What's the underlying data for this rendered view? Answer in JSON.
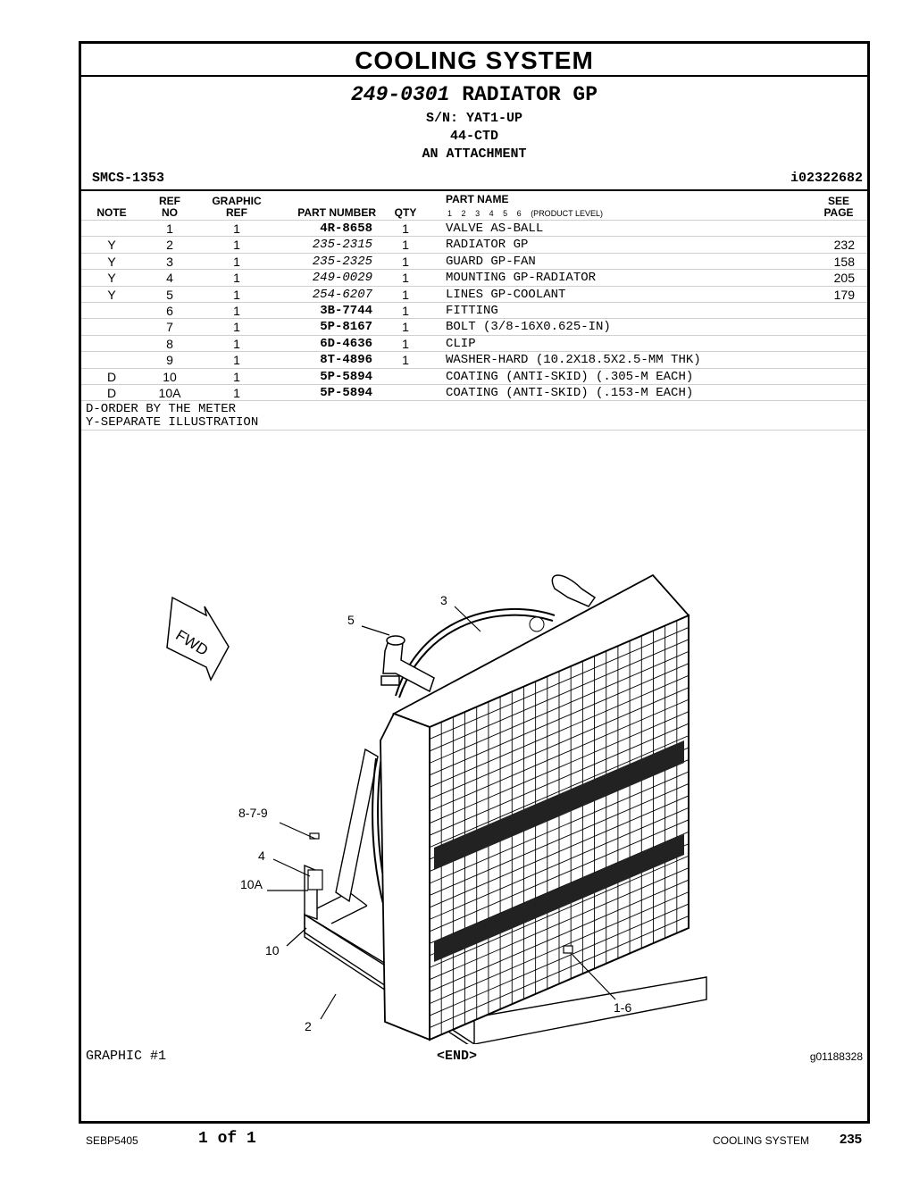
{
  "title": "COOLING SYSTEM",
  "header": {
    "part_number": "249-0301",
    "part_name": "RADIATOR GP",
    "serial": "S/N: YAT1-UP",
    "model": "44-CTD",
    "attachment": "AN ATTACHMENT",
    "smcs": "SMCS-1353",
    "illustration_id": "i02322682"
  },
  "columns": {
    "note": "NOTE",
    "ref_top": "REF",
    "ref_bottom": "NO",
    "graphic_top": "GRAPHIC",
    "graphic_bottom": "REF",
    "part_number": "PART NUMBER",
    "qty": "QTY",
    "part_name": "PART NAME",
    "levels": [
      "1",
      "2",
      "3",
      "4",
      "5",
      "6",
      "(PRODUCT LEVEL)"
    ],
    "see_top": "SEE",
    "see_bottom": "PAGE"
  },
  "parts": [
    {
      "note": "",
      "ref": "1",
      "gref": "1",
      "part": "4R-8658",
      "italic": false,
      "qty": "1",
      "name": "VALVE AS-BALL",
      "see": ""
    },
    {
      "note": "Y",
      "ref": "2",
      "gref": "1",
      "part": "235-2315",
      "italic": true,
      "qty": "1",
      "name": "RADIATOR GP",
      "see": "232"
    },
    {
      "note": "Y",
      "ref": "3",
      "gref": "1",
      "part": "235-2325",
      "italic": true,
      "qty": "1",
      "name": "GUARD GP-FAN",
      "see": "158"
    },
    {
      "note": "Y",
      "ref": "4",
      "gref": "1",
      "part": "249-0029",
      "italic": true,
      "qty": "1",
      "name": "MOUNTING GP-RADIATOR",
      "see": "205"
    },
    {
      "note": "Y",
      "ref": "5",
      "gref": "1",
      "part": "254-6207",
      "italic": true,
      "qty": "1",
      "name": "LINES GP-COOLANT",
      "see": "179"
    },
    {
      "note": "",
      "ref": "6",
      "gref": "1",
      "part": "3B-7744",
      "italic": false,
      "qty": "1",
      "name": "FITTING",
      "see": ""
    },
    {
      "note": "",
      "ref": "7",
      "gref": "1",
      "part": "5P-8167",
      "italic": false,
      "qty": "1",
      "name": "BOLT (3/8-16X0.625-IN)",
      "see": ""
    },
    {
      "note": "",
      "ref": "8",
      "gref": "1",
      "part": "6D-4636",
      "italic": false,
      "qty": "1",
      "name": "CLIP",
      "see": ""
    },
    {
      "note": "",
      "ref": "9",
      "gref": "1",
      "part": "8T-4896",
      "italic": false,
      "qty": "1",
      "name": "WASHER-HARD (10.2X18.5X2.5-MM THK)",
      "see": ""
    },
    {
      "note": "D",
      "ref": "10",
      "gref": "1",
      "part": "5P-5894",
      "italic": false,
      "qty": "",
      "name": "COATING (ANTI-SKID) (.305-M EACH)",
      "see": ""
    },
    {
      "note": "D",
      "ref": "10A",
      "gref": "1",
      "part": "5P-5894",
      "italic": false,
      "qty": "",
      "name": "COATING (ANTI-SKID) (.153-M EACH)",
      "see": ""
    }
  ],
  "notes": [
    "D-ORDER BY THE METER",
    "Y-SEPARATE ILLUSTRATION"
  ],
  "graphic": {
    "fwd": "FWD",
    "callouts": [
      "3",
      "5",
      "8-7-9",
      "4",
      "10A",
      "10",
      "2",
      "1-6"
    ],
    "label": "GRAPHIC #1",
    "end": "<END>",
    "id": "g01188328"
  },
  "footer": {
    "doc": "SEBP5405",
    "page_of": "1 of 1",
    "section": "COOLING SYSTEM",
    "page": "235"
  }
}
